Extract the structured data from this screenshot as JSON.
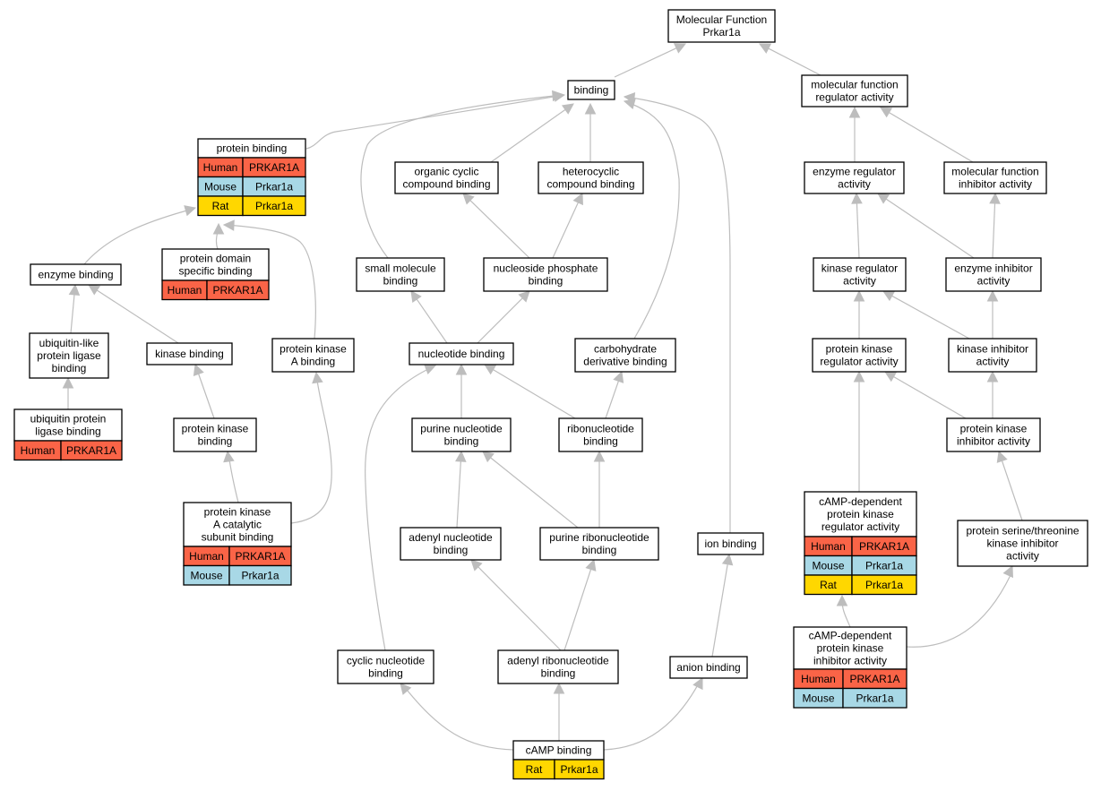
{
  "diagram": {
    "colors": {
      "human": "#fa6447",
      "mouse": "#a8d8e6",
      "rat": "#ffd700",
      "edge": "#bdbdbd",
      "border": "#000000"
    },
    "nodes": {
      "mf_root": {
        "lines": [
          "Molecular Function",
          "Prkar1a"
        ]
      },
      "binding": {
        "lines": [
          "binding"
        ]
      },
      "mf_regulator": {
        "lines": [
          "molecular function",
          "regulator activity"
        ]
      },
      "protein_binding": {
        "lines": [
          "protein binding"
        ],
        "table": [
          [
            "Human",
            "PRKAR1A"
          ],
          [
            "Mouse",
            "Prkar1a"
          ],
          [
            "Rat",
            "Prkar1a"
          ]
        ]
      },
      "organic_cyclic": {
        "lines": [
          "organic cyclic",
          "compound binding"
        ]
      },
      "heterocyclic": {
        "lines": [
          "heterocyclic",
          "compound binding"
        ]
      },
      "enzyme_regulator": {
        "lines": [
          "enzyme regulator",
          "activity"
        ]
      },
      "mf_inhibitor": {
        "lines": [
          "molecular function",
          "inhibitor activity"
        ]
      },
      "enzyme_binding": {
        "lines": [
          "enzyme binding"
        ]
      },
      "protein_domain": {
        "lines": [
          "protein domain",
          "specific binding"
        ],
        "table": [
          [
            "Human",
            "PRKAR1A"
          ]
        ]
      },
      "small_molecule": {
        "lines": [
          "small molecule",
          "binding"
        ]
      },
      "nucleoside_phosphate": {
        "lines": [
          "nucleoside phosphate",
          "binding"
        ]
      },
      "kinase_regulator": {
        "lines": [
          "kinase regulator",
          "activity"
        ]
      },
      "enzyme_inhibitor": {
        "lines": [
          "enzyme inhibitor",
          "activity"
        ]
      },
      "ubiquitin_like": {
        "lines": [
          "ubiquitin-like",
          "protein ligase",
          "binding"
        ]
      },
      "kinase_binding": {
        "lines": [
          "kinase binding"
        ]
      },
      "pka_binding": {
        "lines": [
          "protein kinase",
          "A binding"
        ]
      },
      "nucleotide_binding": {
        "lines": [
          "nucleotide binding"
        ]
      },
      "carbohydrate": {
        "lines": [
          "carbohydrate",
          "derivative binding"
        ]
      },
      "pk_regulator": {
        "lines": [
          "protein kinase",
          "regulator activity"
        ]
      },
      "kinase_inhibitor": {
        "lines": [
          "kinase inhibitor",
          "activity"
        ]
      },
      "ubiquitin_protein": {
        "lines": [
          "ubiquitin protein",
          "ligase binding"
        ],
        "table": [
          [
            "Human",
            "PRKAR1A"
          ]
        ]
      },
      "protein_kinase_binding": {
        "lines": [
          "protein kinase",
          "binding"
        ]
      },
      "purine_nucleotide": {
        "lines": [
          "purine nucleotide",
          "binding"
        ]
      },
      "ribonucleotide": {
        "lines": [
          "ribonucleotide",
          "binding"
        ]
      },
      "pk_inhibitor": {
        "lines": [
          "protein kinase",
          "inhibitor activity"
        ]
      },
      "pka_catalytic": {
        "lines": [
          "protein kinase",
          "A catalytic",
          "subunit binding"
        ],
        "table": [
          [
            "Human",
            "PRKAR1A"
          ],
          [
            "Mouse",
            "Prkar1a"
          ]
        ]
      },
      "adenyl_nucleotide": {
        "lines": [
          "adenyl nucleotide",
          "binding"
        ]
      },
      "purine_ribonucleotide": {
        "lines": [
          "purine ribonucleotide",
          "binding"
        ]
      },
      "ion_binding": {
        "lines": [
          "ion binding"
        ]
      },
      "camp_pk_regulator": {
        "lines": [
          "cAMP-dependent",
          "protein kinase",
          "regulator activity"
        ],
        "table": [
          [
            "Human",
            "PRKAR1A"
          ],
          [
            "Mouse",
            "Prkar1a"
          ],
          [
            "Rat",
            "Prkar1a"
          ]
        ]
      },
      "ser_thr_inhibitor": {
        "lines": [
          "protein serine/threonine",
          "kinase inhibitor",
          "activity"
        ]
      },
      "camp_pk_inhibitor": {
        "lines": [
          "cAMP-dependent",
          "protein kinase",
          "inhibitor activity"
        ],
        "table": [
          [
            "Human",
            "PRKAR1A"
          ],
          [
            "Mouse",
            "Prkar1a"
          ]
        ]
      },
      "cyclic_nucleotide": {
        "lines": [
          "cyclic nucleotide",
          "binding"
        ]
      },
      "adenyl_ribonucleotide": {
        "lines": [
          "adenyl ribonucleotide",
          "binding"
        ]
      },
      "anion_binding": {
        "lines": [
          "anion binding"
        ]
      },
      "camp_binding": {
        "lines": [
          "cAMP binding"
        ],
        "table": [
          [
            "Rat",
            "Prkar1a"
          ]
        ]
      }
    },
    "edges": [
      [
        "binding",
        "mf_root"
      ],
      [
        "mf_regulator",
        "mf_root"
      ],
      [
        "protein_binding",
        "binding"
      ],
      [
        "organic_cyclic",
        "binding"
      ],
      [
        "heterocyclic",
        "binding"
      ],
      [
        "small_molecule",
        "binding"
      ],
      [
        "carbohydrate",
        "binding"
      ],
      [
        "ion_binding",
        "binding"
      ],
      [
        "enzyme_regulator",
        "mf_regulator"
      ],
      [
        "mf_inhibitor",
        "mf_regulator"
      ],
      [
        "enzyme_binding",
        "protein_binding"
      ],
      [
        "protein_domain",
        "protein_binding"
      ],
      [
        "pka_binding",
        "protein_binding"
      ],
      [
        "nucleoside_phosphate",
        "organic_cyclic"
      ],
      [
        "nucleoside_phosphate",
        "heterocyclic"
      ],
      [
        "kinase_regulator",
        "enzyme_regulator"
      ],
      [
        "enzyme_inhibitor",
        "enzyme_regulator"
      ],
      [
        "enzyme_inhibitor",
        "mf_inhibitor"
      ],
      [
        "ubiquitin_like",
        "enzyme_binding"
      ],
      [
        "kinase_binding",
        "enzyme_binding"
      ],
      [
        "nucleotide_binding",
        "small_molecule"
      ],
      [
        "nucleotide_binding",
        "nucleoside_phosphate"
      ],
      [
        "pk_regulator",
        "kinase_regulator"
      ],
      [
        "kinase_inhibitor",
        "kinase_regulator"
      ],
      [
        "kinase_inhibitor",
        "enzyme_inhibitor"
      ],
      [
        "ubiquitin_protein",
        "ubiquitin_like"
      ],
      [
        "protein_kinase_binding",
        "kinase_binding"
      ],
      [
        "purine_nucleotide",
        "nucleotide_binding"
      ],
      [
        "ribonucleotide",
        "nucleotide_binding"
      ],
      [
        "ribonucleotide",
        "carbohydrate"
      ],
      [
        "pk_inhibitor",
        "pk_regulator"
      ],
      [
        "pk_inhibitor",
        "kinase_inhibitor"
      ],
      [
        "pka_catalytic",
        "protein_kinase_binding"
      ],
      [
        "pka_catalytic",
        "pka_binding"
      ],
      [
        "adenyl_nucleotide",
        "purine_nucleotide"
      ],
      [
        "purine_ribonucleotide",
        "purine_nucleotide"
      ],
      [
        "purine_ribonucleotide",
        "ribonucleotide"
      ],
      [
        "camp_pk_regulator",
        "pk_regulator"
      ],
      [
        "ser_thr_inhibitor",
        "pk_inhibitor"
      ],
      [
        "camp_pk_inhibitor",
        "camp_pk_regulator"
      ],
      [
        "camp_pk_inhibitor",
        "ser_thr_inhibitor"
      ],
      [
        "cyclic_nucleotide",
        "nucleotide_binding"
      ],
      [
        "adenyl_ribonucleotide",
        "adenyl_nucleotide"
      ],
      [
        "adenyl_ribonucleotide",
        "purine_ribonucleotide"
      ],
      [
        "anion_binding",
        "ion_binding"
      ],
      [
        "camp_binding",
        "cyclic_nucleotide"
      ],
      [
        "camp_binding",
        "adenyl_ribonucleotide"
      ],
      [
        "camp_binding",
        "anion_binding"
      ]
    ]
  }
}
